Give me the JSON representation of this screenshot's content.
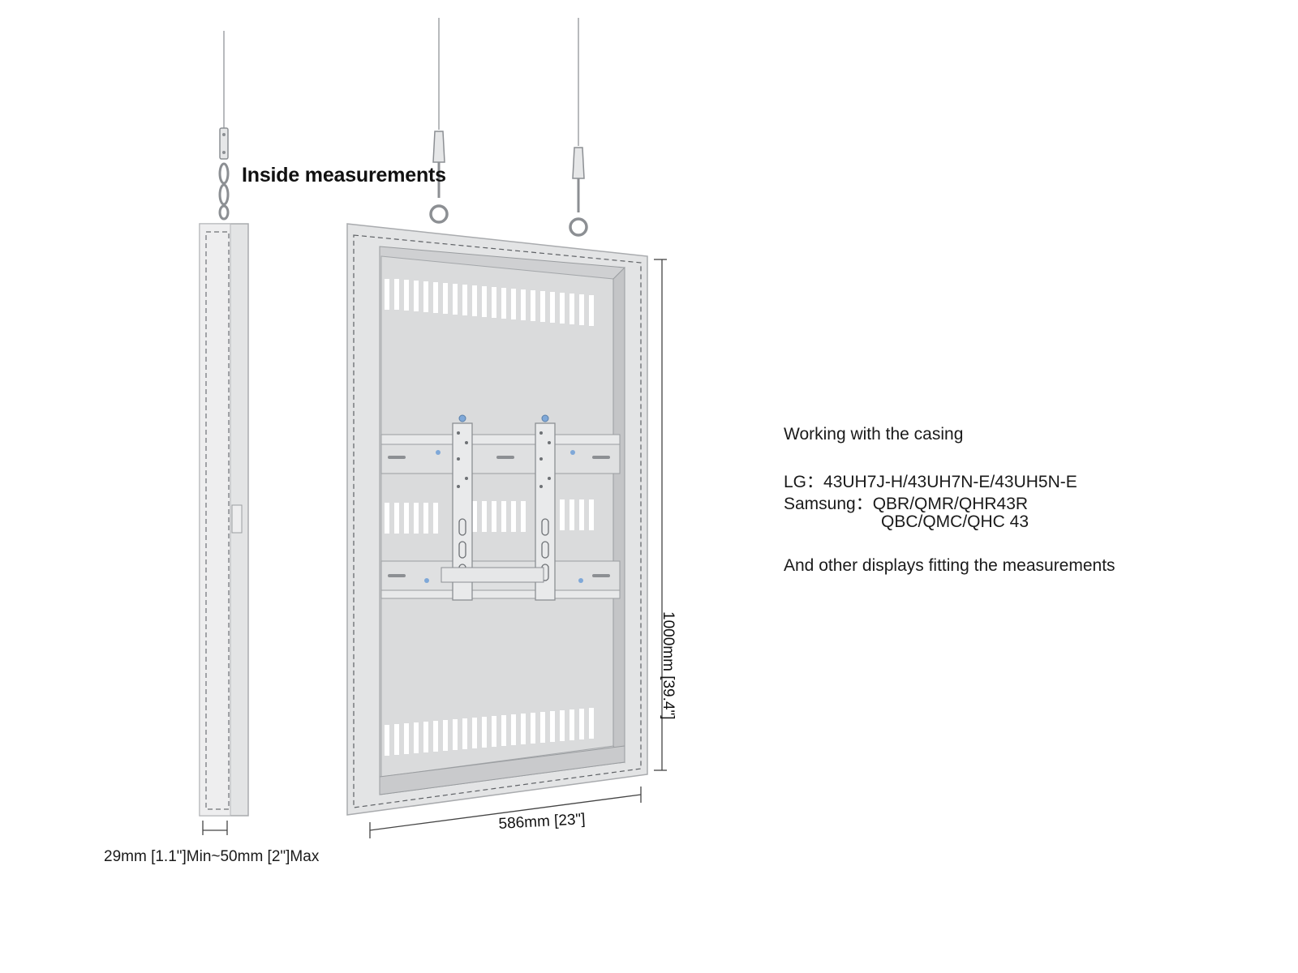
{
  "diagram": {
    "title": "Inside measurements",
    "dimensions": {
      "depth": "29mm [1.1\"]Min~50mm [2\"]Max",
      "width": "586mm [23\"]",
      "height": "1000mm [39.4\"]"
    },
    "compatibility": {
      "heading": "Working with the casing",
      "lg": "LG：43UH7J-H/43UH7N-E/43UH5N-E",
      "samsung_line1": "Samsung：QBR/QMR/QHR43R",
      "samsung_line2": "QBC/QMC/QHC 43",
      "other": "And other displays fitting the measurements"
    },
    "colors": {
      "casing": "#e3e4e5",
      "casing_edge": "#a9abae",
      "panel": "#dadbdc",
      "slots": "#ffffff",
      "dimension_line": "#444444"
    }
  }
}
